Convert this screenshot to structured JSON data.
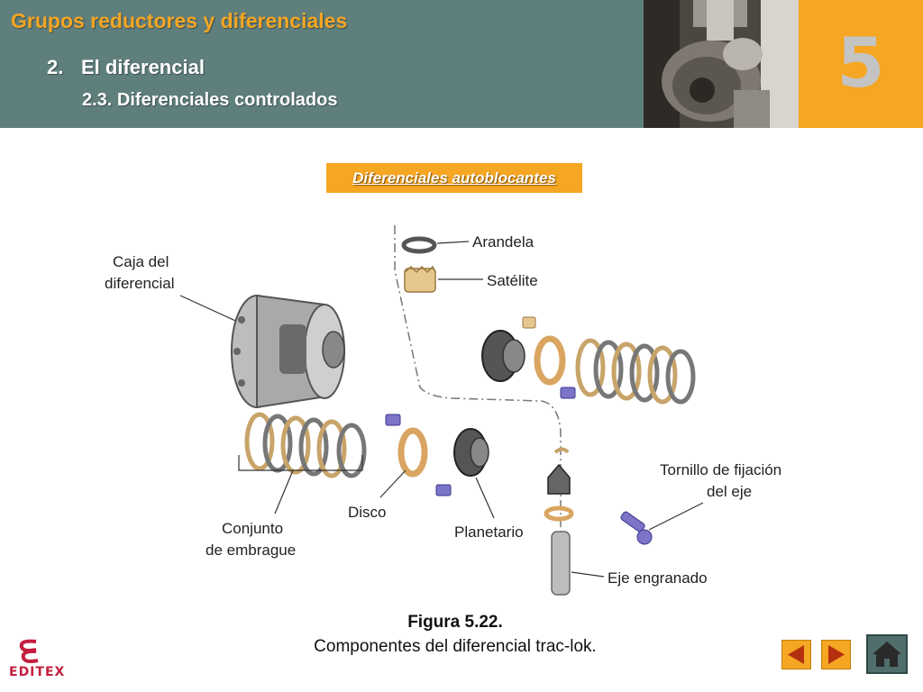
{
  "header": {
    "title": "Grupos reductores y diferenciales",
    "section_number": "2.",
    "section_title": "El diferencial",
    "subsection": "2.3. Diferenciales controlados",
    "chapter_number": "5"
  },
  "badge": {
    "label": "Diferenciales autoblocantes"
  },
  "figure": {
    "labels": {
      "arandela": "Arandela",
      "satelite": "Satélite",
      "caja_line1": "Caja del",
      "caja_line2": "diferencial",
      "tornillo_line1": "Tornillo de fijación",
      "tornillo_line2": "del eje",
      "conjunto_line1": "Conjunto",
      "conjunto_line2": "de embrague",
      "disco": "Disco",
      "planetario": "Planetario",
      "eje": "Eje engranado"
    },
    "caption_title": "Figura 5.22.",
    "caption_text": "Componentes del diferencial trac-lok."
  },
  "logo": {
    "text": "EDITEX"
  },
  "colors": {
    "header_bg": "#5f7f7d",
    "accent": "#f5a623",
    "title_text": "#f5a623"
  },
  "nav": {
    "prev_icon": "triangle-left-icon",
    "next_icon": "triangle-right-icon",
    "home_icon": "home-icon"
  }
}
